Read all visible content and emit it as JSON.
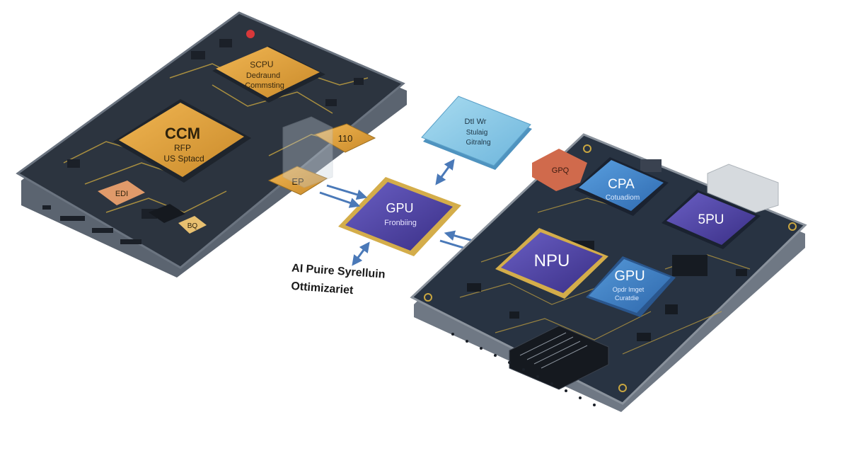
{
  "left_board": {
    "chip_scpu": {
      "line1": "SCPU",
      "line2": "Dedraund",
      "line3": "Commsting"
    },
    "chip_ccm": {
      "line1": "CCM",
      "line2": "RFP",
      "line3": "US Sptacd"
    },
    "chip_110": {
      "label": "110"
    },
    "chip_ep": {
      "label": "EP"
    },
    "chip_edi": {
      "label": "EDI"
    },
    "chip_bq": {
      "label": "BQ"
    }
  },
  "center": {
    "chip_dtl": {
      "line1": "DtI Wr",
      "line2": "Stulaig",
      "line3": "Gitralng"
    },
    "chip_gpu": {
      "line1": "GPU",
      "line2": "Fronbiing"
    },
    "caption": {
      "line1": "AI Puire Syrelluin",
      "line2": "Ottimizariet"
    }
  },
  "right_board": {
    "tab_gpq": {
      "label": "GPQ"
    },
    "chip_cpa": {
      "line1": "CPA",
      "line2": "Cotuadiom"
    },
    "chip_5pu": {
      "label": "5PU"
    },
    "chip_npu": {
      "label": "NPU"
    },
    "chip_gpu2": {
      "line1": "GPU",
      "line2": "Opdr lmget",
      "line3": "Curatdie"
    }
  },
  "colors": {
    "board_dark": "#2a323d",
    "gold_chip": "#e0a13a",
    "purple_chip": "#4b3f9e",
    "blue_chip": "#3e7fc8",
    "light_blue_chip": "#8ccbe6",
    "arrow": "#4a79b8",
    "red_tab": "#d06a4c"
  }
}
